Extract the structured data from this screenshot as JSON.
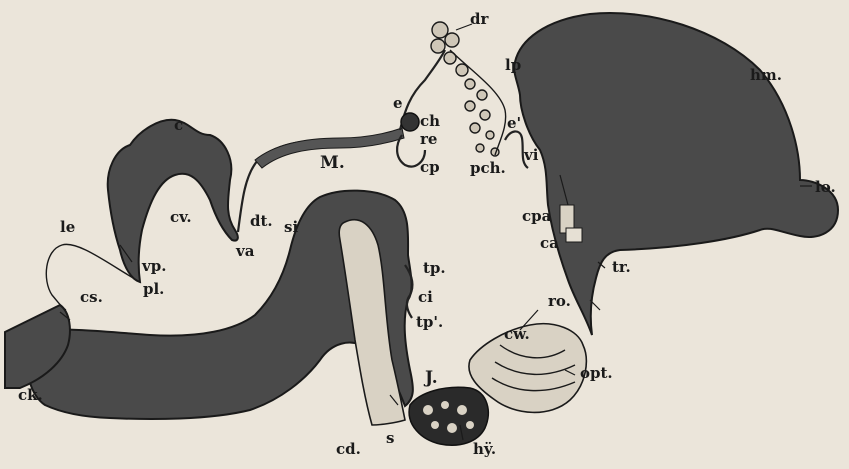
{
  "figure": {
    "background_color": "#ebe5da",
    "ink_color": "#1a1a1a",
    "tissue_color": "#4a4a4a",
    "labels": {
      "dr": "dr",
      "lp": "lp",
      "hm": "hm.",
      "c": "c",
      "e": "e",
      "ch": "ch",
      "re": "re",
      "e_prime": "e'",
      "vi": "vi",
      "M": "M.",
      "cp": "cp",
      "pch": "pch.",
      "lo": "lo.",
      "cv": "cv.",
      "dt": "dt.",
      "va": "va",
      "si": "si",
      "cpa": "cpa",
      "ca": "ca",
      "le": "le",
      "vp": "vp.",
      "pl": "pl.",
      "tr": "tr.",
      "tp": "tp.",
      "ci": "ci",
      "tp_prime": "tp'.",
      "cs": "cs.",
      "ro": "ro.",
      "cw": "cw.",
      "ck": "ck.",
      "J": "J.",
      "opt": "opt.",
      "s": "s",
      "cd": "cd.",
      "hy": "hÿ."
    }
  }
}
